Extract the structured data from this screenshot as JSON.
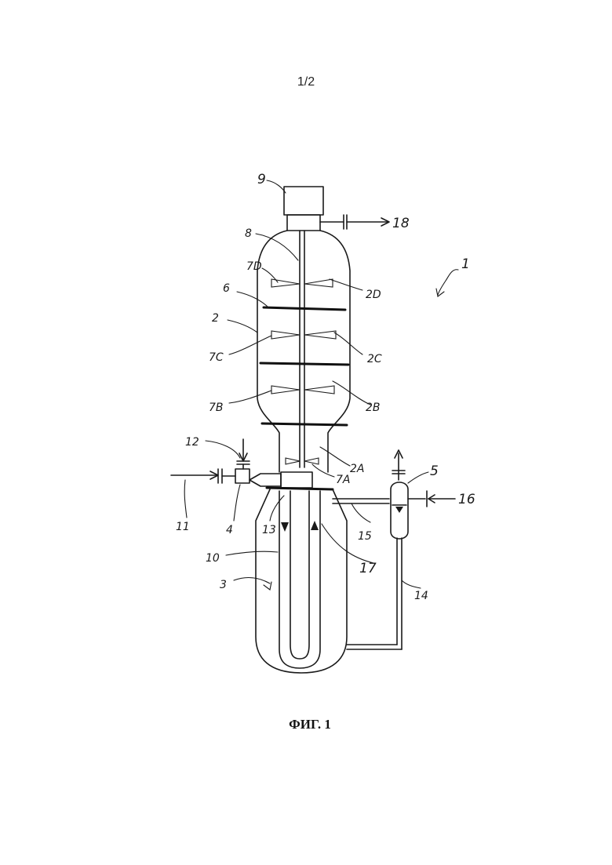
{
  "page_number": "1/2",
  "caption": "ФИГ. 1",
  "labels": {
    "l1": "1",
    "l2": "2",
    "l2A": "2A",
    "l2B": "2B",
    "l2C": "2C",
    "l2D": "2D",
    "l3": "3",
    "l4": "4",
    "l5": "5",
    "l6": "6",
    "l7A": "7A",
    "l7B": "7B",
    "l7C": "7C",
    "l7D": "7D",
    "l8": "8",
    "l9": "9",
    "l10": "10",
    "l11": "11",
    "l12": "12",
    "l13": "13",
    "l14": "14",
    "l15": "15",
    "l16": "16",
    "l17": "17",
    "l18": "18"
  }
}
